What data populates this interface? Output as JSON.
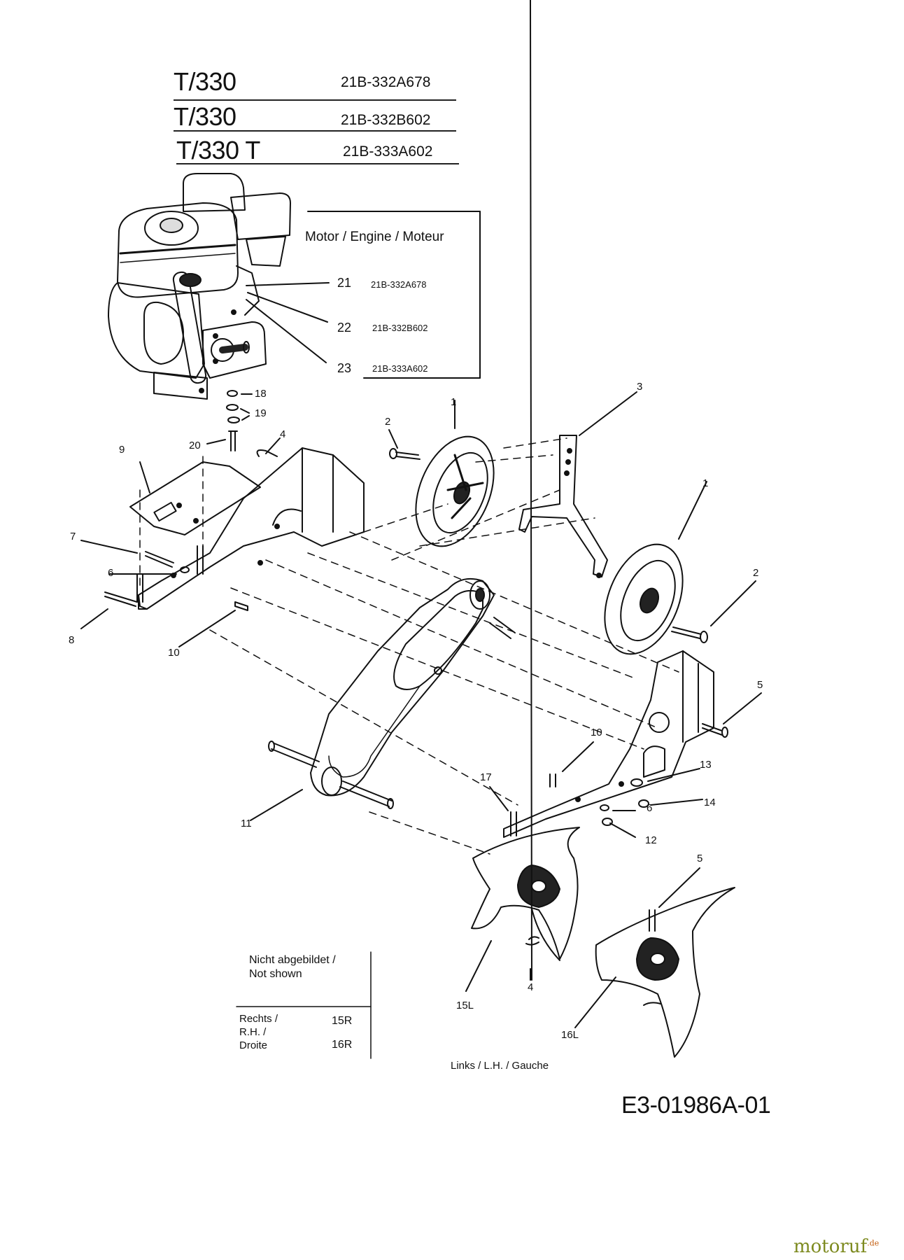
{
  "header": {
    "models": [
      {
        "name": "T/330",
        "part": "21B-332A678"
      },
      {
        "name": "T/330",
        "part": "21B-332B602"
      },
      {
        "name": "T/330 T",
        "part": "21B-333A602"
      }
    ]
  },
  "engine_box": {
    "title": "Motor / Engine / Moteur",
    "rows": [
      {
        "num": "21",
        "part": "21B-332A678"
      },
      {
        "num": "22",
        "part": "21B-332B602"
      },
      {
        "num": "23",
        "part": "21B-333A602"
      }
    ]
  },
  "callouts": {
    "c18": "18",
    "c19": "19",
    "c20": "20",
    "c9": "9",
    "c4a": "4",
    "c7": "7",
    "c6a": "6",
    "c8": "8",
    "c10a": "10",
    "c2a": "2",
    "c1a": "1",
    "c3": "3",
    "c1b": "1",
    "c2b": "2",
    "c5a": "5",
    "c10b": "10",
    "c13": "13",
    "c14": "14",
    "c6b": "6",
    "c12": "12",
    "c17": "17",
    "c11": "11",
    "c5b": "5",
    "c4b": "4",
    "c15l": "15L",
    "c16l": "16L"
  },
  "legend": {
    "not_shown": "Nicht abgebildet /\nNot shown",
    "side_label": "Rechts /\nR.H. /\nDroite",
    "r1": "15R",
    "r2": "16R",
    "links": "Links / L.H. / Gauche"
  },
  "reference": "E3-01986A-01",
  "watermark": {
    "text": "motoruf",
    "suffix": ".de"
  }
}
